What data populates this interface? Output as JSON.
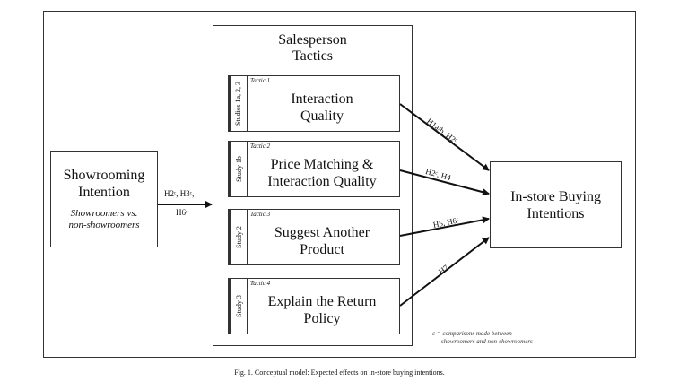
{
  "showrooming": {
    "title_line1": "Showrooming",
    "title_line2": "Intention",
    "subtitle_line1": "Showroomers vs.",
    "subtitle_line2": "non-showroomers"
  },
  "salesperson": {
    "title_line1": "Salesperson",
    "title_line2": "Tactics"
  },
  "tactics": [
    {
      "study": "Studies 1a, 2, 3",
      "tag": "Tactic 1",
      "line1": "Interaction",
      "line2": "Quality"
    },
    {
      "study": "Study 1b",
      "tag": "Tactic 2",
      "line1": "Price Matching &",
      "line2": "Interaction Quality"
    },
    {
      "study": "Study 2",
      "tag": "Tactic 3",
      "line1": "Suggest Another",
      "line2": "Product"
    },
    {
      "study": "Study 3",
      "tag": "Tactic 4",
      "line1": "Explain the Return",
      "line2": "Policy"
    }
  ],
  "outcome": {
    "line1": "In-store Buying",
    "line2": "Intentions"
  },
  "edges": {
    "input_label_line1": "H2ᶜ, H3ᶜ,",
    "input_label_line2": "H6ᶜ",
    "t1": "H1a/b, H2ᶜ",
    "t2": "H2ᶜ, H4",
    "t3": "H5, H6ᶜ",
    "t4": "H7"
  },
  "note": {
    "line1": "c = comparisons made between",
    "line2": "showroomers and non-showroomers"
  },
  "caption": "Fig. 1. Conceptual model: Expected effects on in-store buying intentions."
}
